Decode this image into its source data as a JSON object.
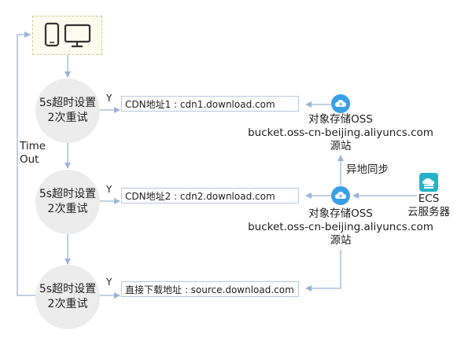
{
  "stages": [
    {
      "line1": "5s超时设置",
      "line2": "2次重试",
      "branch": "Y",
      "target": "CDN地址1 :  cdn1.download.com"
    },
    {
      "line1": "5s超时设置",
      "line2": "2次重试",
      "branch": "Y",
      "target": "CDN地址2 :  cdn2.download.com"
    },
    {
      "line1": "5s超时设置",
      "line2": "2次重试",
      "branch": "Y",
      "target": "直接下载地址 : source.download.com"
    }
  ],
  "timeout_label": {
    "line1": "Time",
    "line2": "Out"
  },
  "oss_nodes": [
    {
      "title": "对象存储OSS",
      "bucket": "bucket.oss-cn-beijing.aliyuncs.com",
      "role": "源站"
    },
    {
      "title": "对象存储OSS",
      "bucket": "bucket.oss-cn-beijing.aliyuncs.com",
      "role": "源站"
    }
  ],
  "sync_label": "异地同步",
  "ecs": {
    "name": "ECS",
    "desc": "云服务器"
  },
  "icons": {
    "phone": "mobile-phone-icon",
    "monitor": "desktop-monitor-icon",
    "oss": "oss-cloud-icon",
    "ecs": "ecs-server-icon"
  },
  "colors": {
    "line": "#9db4d8",
    "stage_bg": "#ececec",
    "box_border": "#b9c8e0",
    "device_bg": "#fbfbee",
    "device_border": "#c9cf9c",
    "oss_blue": "#3aa0e6",
    "ecs_teal": "#26b3c9"
  }
}
